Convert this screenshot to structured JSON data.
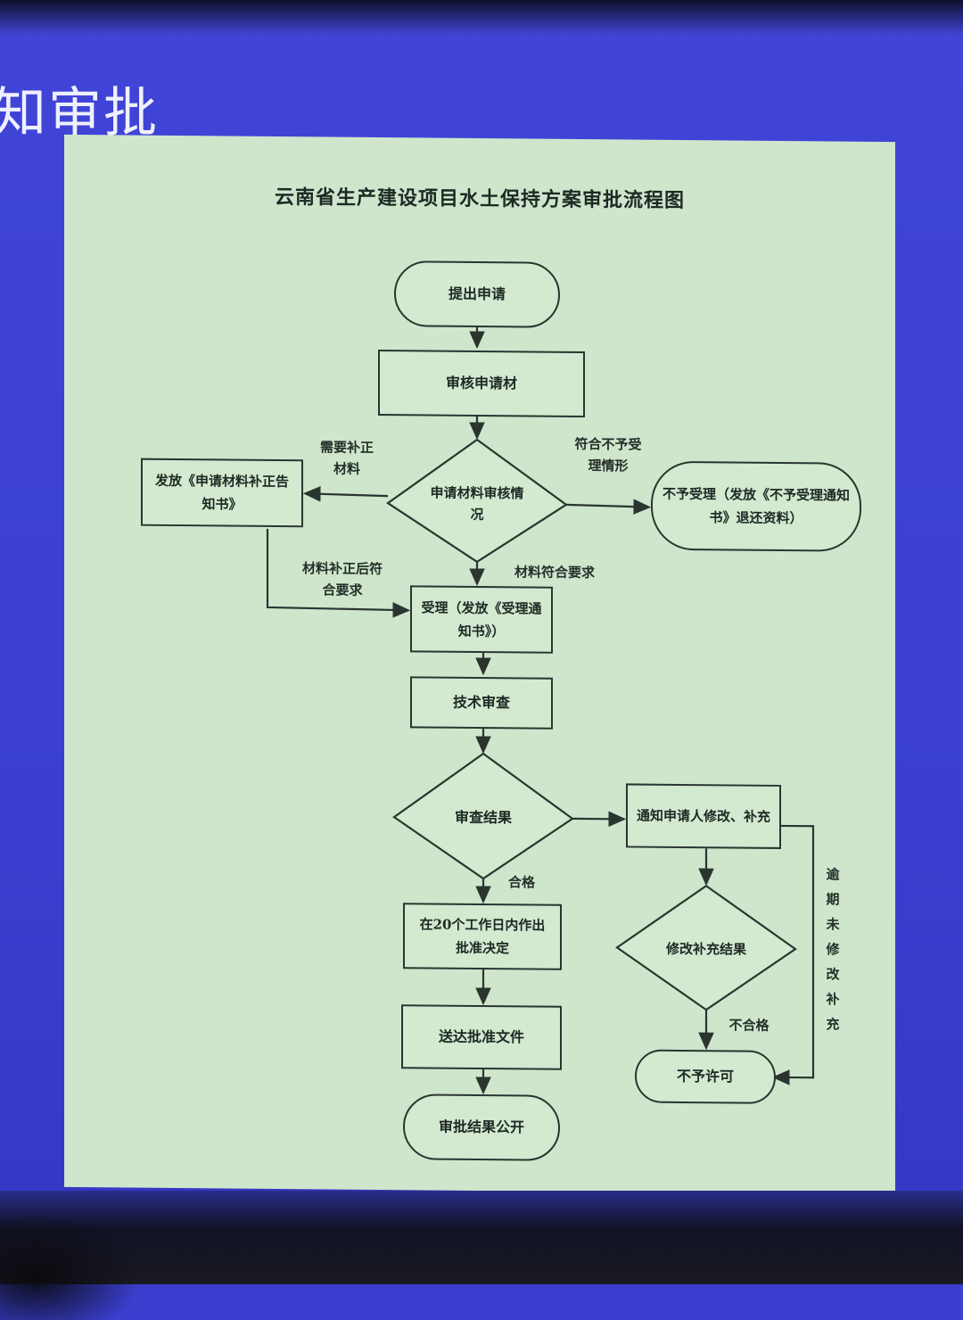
{
  "slide": {
    "heading": "知审批"
  },
  "diagram": {
    "title": "云南省生产建设项目水土保持方案审批流程图",
    "nodes": {
      "start": "提出申请",
      "review_materials": "审核申请材",
      "check_decision": "申请材料审核情况",
      "notify_correction": "发放《申请材料补正告知书》",
      "reject_accept": "不予受理（发放《不予受理通知书》退还资料）",
      "accept": "受理（发放《受理通知书》）",
      "tech_review": "技术审查",
      "review_result": "审查结果",
      "notify_applicant": "通知申请人修改、补充",
      "decision_20days": "在20个工作日内作出批准决定",
      "deliver_docs": "送达批准文件",
      "publish": "审批结果公开",
      "rectify_result": "修改补充结果",
      "not_permit": "不予许可"
    },
    "edges": {
      "need_correction": "需要补正材料",
      "not_in_scope": "符合不予受理情形",
      "meets_requirements": "材料符合要求",
      "corrected_meets": "材料补正后符合要求",
      "qualified": "合格",
      "unqualified": "不合格",
      "overdue": "逾期未修改补充"
    }
  }
}
